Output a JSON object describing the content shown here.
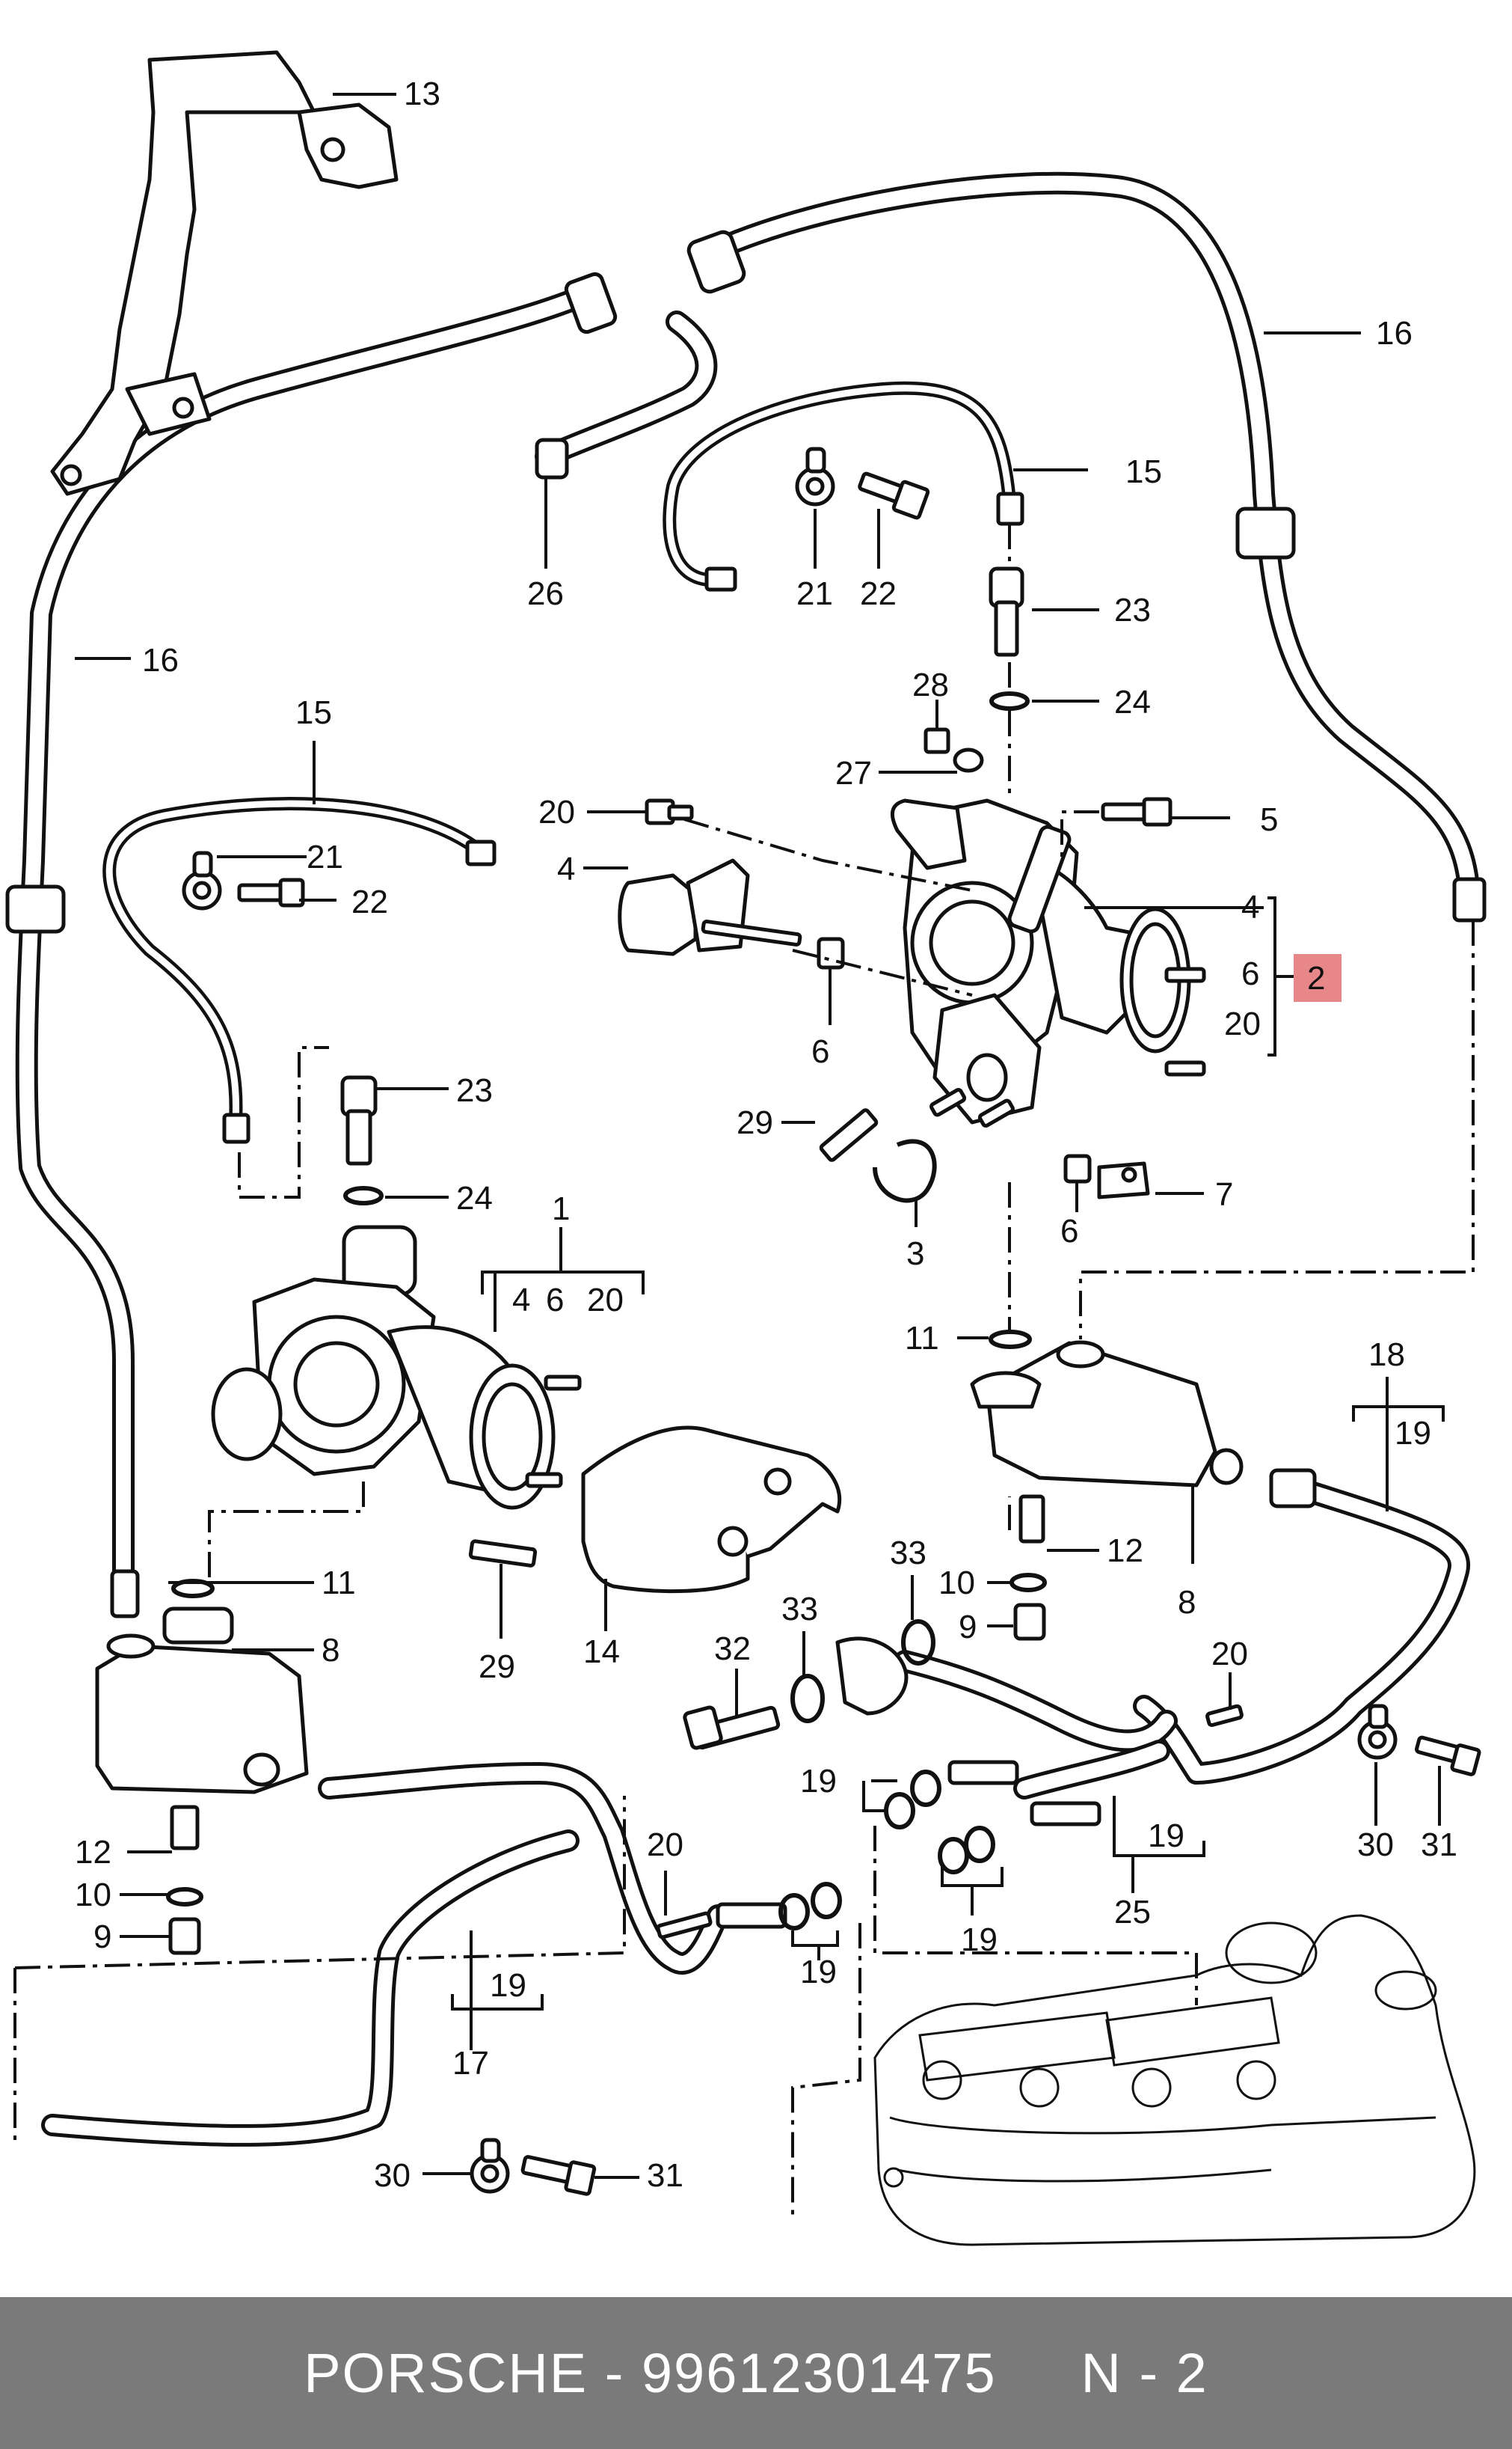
{
  "diagram": {
    "callouts": [
      {
        "id": "c13a",
        "text": "13"
      },
      {
        "id": "c16a",
        "text": "16"
      },
      {
        "id": "c16b",
        "text": "16"
      },
      {
        "id": "c15a",
        "text": "15"
      },
      {
        "id": "c15b",
        "text": "15"
      },
      {
        "id": "c26",
        "text": "26"
      },
      {
        "id": "c21a",
        "text": "21"
      },
      {
        "id": "c22a",
        "text": "22"
      },
      {
        "id": "c21b",
        "text": "21"
      },
      {
        "id": "c22b",
        "text": "22"
      },
      {
        "id": "c23a",
        "text": "23"
      },
      {
        "id": "c24a",
        "text": "24"
      },
      {
        "id": "c23b",
        "text": "23"
      },
      {
        "id": "c24b",
        "text": "24"
      },
      {
        "id": "c28",
        "text": "28"
      },
      {
        "id": "c27",
        "text": "27"
      },
      {
        "id": "c20a",
        "text": "20"
      },
      {
        "id": "c4a",
        "text": "4"
      },
      {
        "id": "c5",
        "text": "5"
      },
      {
        "id": "c4b",
        "text": "4"
      },
      {
        "id": "c6a",
        "text": "6"
      },
      {
        "id": "c20b",
        "text": "20"
      },
      {
        "id": "c6b",
        "text": "6"
      },
      {
        "id": "c29a",
        "text": "29"
      },
      {
        "id": "c3",
        "text": "3"
      },
      {
        "id": "c7",
        "text": "7"
      },
      {
        "id": "c6c",
        "text": "6"
      },
      {
        "id": "c1",
        "text": "1"
      },
      {
        "id": "c4c",
        "text": "4"
      },
      {
        "id": "c6d",
        "text": "6"
      },
      {
        "id": "c20c",
        "text": "20"
      },
      {
        "id": "c11a",
        "text": "11"
      },
      {
        "id": "c18",
        "text": "18"
      },
      {
        "id": "c19a",
        "text": "19"
      },
      {
        "id": "c12a",
        "text": "12"
      },
      {
        "id": "c8a",
        "text": "8"
      },
      {
        "id": "c10a",
        "text": "10"
      },
      {
        "id": "c9a",
        "text": "9"
      },
      {
        "id": "c33a",
        "text": "33"
      },
      {
        "id": "c33b",
        "text": "33"
      },
      {
        "id": "c32",
        "text": "32"
      },
      {
        "id": "c11b",
        "text": "11"
      },
      {
        "id": "c8b",
        "text": "8"
      },
      {
        "id": "c29b",
        "text": "29"
      },
      {
        "id": "c14",
        "text": "14"
      },
      {
        "id": "c20d",
        "text": "20"
      },
      {
        "id": "c19b",
        "text": "19"
      },
      {
        "id": "c19c",
        "text": "19"
      },
      {
        "id": "c19d",
        "text": "19"
      },
      {
        "id": "c25",
        "text": "25"
      },
      {
        "id": "c30a",
        "text": "30"
      },
      {
        "id": "c31a",
        "text": "31"
      },
      {
        "id": "c12b",
        "text": "12"
      },
      {
        "id": "c10b",
        "text": "10"
      },
      {
        "id": "c9b",
        "text": "9"
      },
      {
        "id": "c20e",
        "text": "20"
      },
      {
        "id": "c19e",
        "text": "19"
      },
      {
        "id": "c19f",
        "text": "19"
      },
      {
        "id": "c17",
        "text": "17"
      },
      {
        "id": "c30b",
        "text": "30"
      },
      {
        "id": "c31b",
        "text": "31"
      }
    ],
    "highlight_label": "2",
    "highlight_color": "#e8878a"
  },
  "footer": {
    "brand": "PORSCHE",
    "separator": " - ",
    "part_number": "99612301475",
    "page_code": "N - 2",
    "background_color": "#7a7a7a"
  }
}
